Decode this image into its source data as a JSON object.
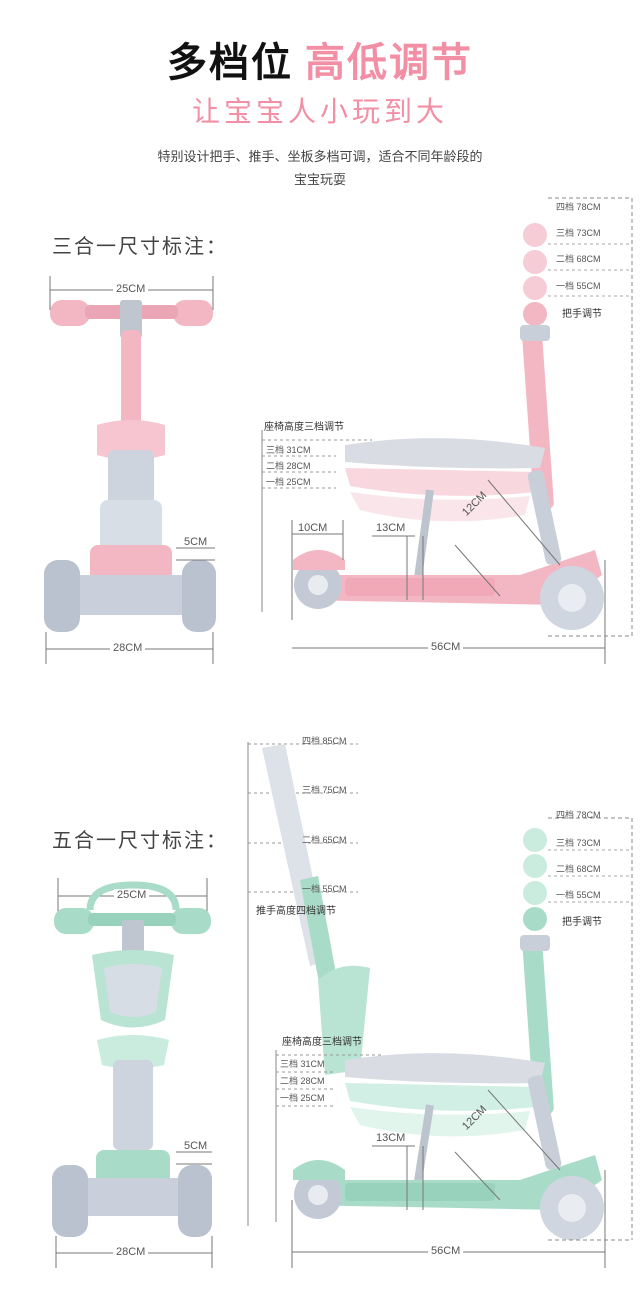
{
  "header": {
    "title_dark": "多档位",
    "title_pink": "高低调节",
    "subtitle": "让宝宝人小玩到大",
    "desc_line1": "特别设计把手、推手、坐板多档可调，适合不同年龄段的",
    "desc_line2": "宝宝玩耍"
  },
  "colors": {
    "accent": "#f28fa5",
    "pink": "#f3b7c3",
    "mint": "#a9dcc8",
    "wheel": "#c9d0dc"
  },
  "section1": {
    "title": "三合一尺寸标注：",
    "front": {
      "handle_width": "25CM",
      "deck_step": "5CM",
      "base_width": "28CM"
    },
    "side": {
      "handle_levels": [
        "四档 78CM",
        "三档 73CM",
        "二档 68CM",
        "一档 55CM"
      ],
      "handle_label": "把手调节",
      "seat_title": "座椅高度三档调节",
      "seat_levels": [
        "三档 31CM",
        "二档 28CM",
        "一档 25CM"
      ],
      "dim_10": "10CM",
      "dim_13": "13CM",
      "dim_12": "12CM",
      "length": "56CM"
    }
  },
  "section2": {
    "title": "五合一尺寸标注：",
    "front": {
      "handle_width": "25CM",
      "deck_step": "5CM",
      "base_width": "28CM"
    },
    "side": {
      "push_levels": [
        "四档 85CM",
        "三档 75CM",
        "二档 65CM",
        "一档 55CM"
      ],
      "push_title": "推手高度四档调节",
      "handle_levels": [
        "四档 78CM",
        "三档 73CM",
        "二档 68CM",
        "一档 55CM"
      ],
      "handle_label": "把手调节",
      "seat_title": "座椅高度三档调节",
      "seat_levels": [
        "三档 31CM",
        "二档 28CM",
        "一档 25CM"
      ],
      "dim_13": "13CM",
      "dim_12": "12CM",
      "length": "56CM"
    }
  }
}
